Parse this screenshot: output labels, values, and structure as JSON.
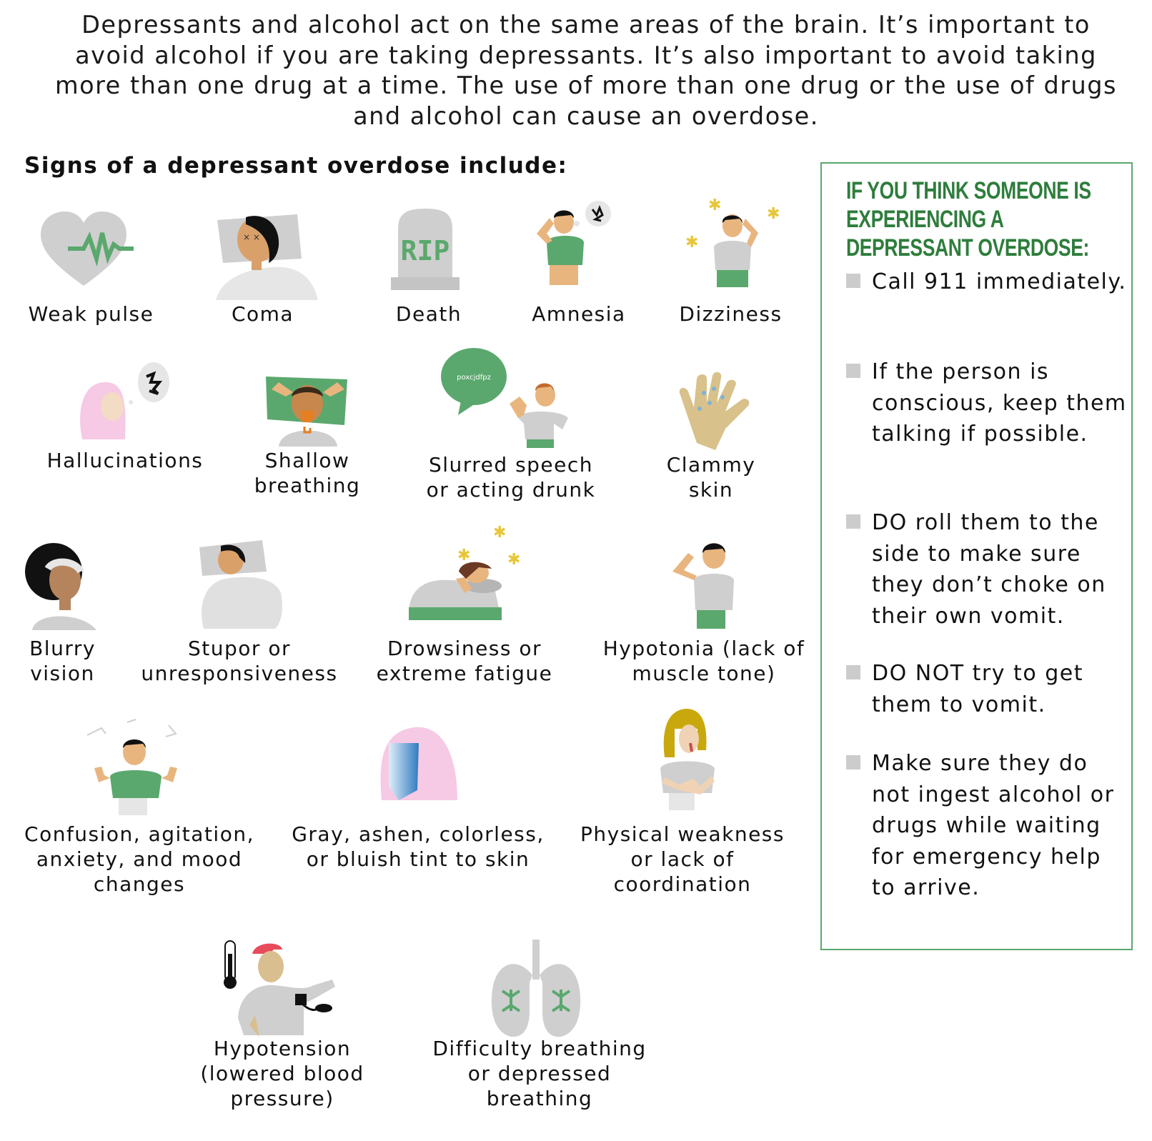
{
  "intro": "Depressants and alcohol act on the same areas of the brain. It’s important to avoid alcohol if you are taking depressants. It’s also important to avoid taking more than one drug at a time. The use of more than one drug or the use of drugs and alcohol can cause an overdose.",
  "signs_heading": "Signs of a depressant overdose include:",
  "signs": [
    {
      "label": "Weak pulse",
      "icon": "heart-pulse-icon"
    },
    {
      "label": "Coma",
      "icon": "coma-icon"
    },
    {
      "label": "Death",
      "icon": "tombstone-icon",
      "icon_text": "RIP"
    },
    {
      "label": "Amnesia",
      "icon": "amnesia-icon"
    },
    {
      "label": "Dizziness",
      "icon": "dizziness-icon"
    },
    {
      "label": "Hallucinations",
      "icon": "hallucinations-icon"
    },
    {
      "label": "Shallow\nbreathing",
      "icon": "shallow-breathing-icon"
    },
    {
      "label": "Slurred speech\nor acting drunk",
      "icon": "slurred-speech-icon",
      "icon_text": "poxcjdfpz"
    },
    {
      "label": "Clammy\nskin",
      "icon": "clammy-hand-icon"
    },
    {
      "label": "Blurry\nvision",
      "icon": "blurry-vision-icon"
    },
    {
      "label": "Stupor or\nunresponsiveness",
      "icon": "stupor-icon"
    },
    {
      "label": "Drowsiness or\nextreme fatigue",
      "icon": "drowsiness-icon"
    },
    {
      "label": "Hypotonia (lack of\nmuscle tone)",
      "icon": "hypotonia-icon"
    },
    {
      "label": "Confusion, agitation,\nanxiety, and mood\nchanges",
      "icon": "confusion-icon"
    },
    {
      "label": "Gray, ashen, colorless,\nor bluish tint to skin",
      "icon": "ashen-skin-icon"
    },
    {
      "label": "Physical weakness\nor lack of\ncoordination",
      "icon": "physical-weakness-icon"
    },
    {
      "label": "Hypotension\n(lowered blood\npressure)",
      "icon": "blood-pressure-icon"
    },
    {
      "label": "Difficulty breathing\nor depressed\nbreathing",
      "icon": "lungs-icon"
    }
  ],
  "panel": {
    "title": "If you think someone is experiencing a depressant overdose:",
    "steps": [
      "Call 911 immediately.",
      "If the person is conscious, keep them talking if possible.",
      "DO roll them to the side to make sure they don’t choke on their own vomit.",
      "DO NOT try to get them to vomit.",
      "Make sure they do not ingest alcohol or drugs while waiting for emergency help to arrive."
    ]
  },
  "colors": {
    "green": "#5aa86d",
    "dark_green": "#2e7d3c",
    "gray": "#cfcfcf",
    "skin": "#e9b57f",
    "pink": "#f6c9e4",
    "yellow": "#e8c63a"
  }
}
